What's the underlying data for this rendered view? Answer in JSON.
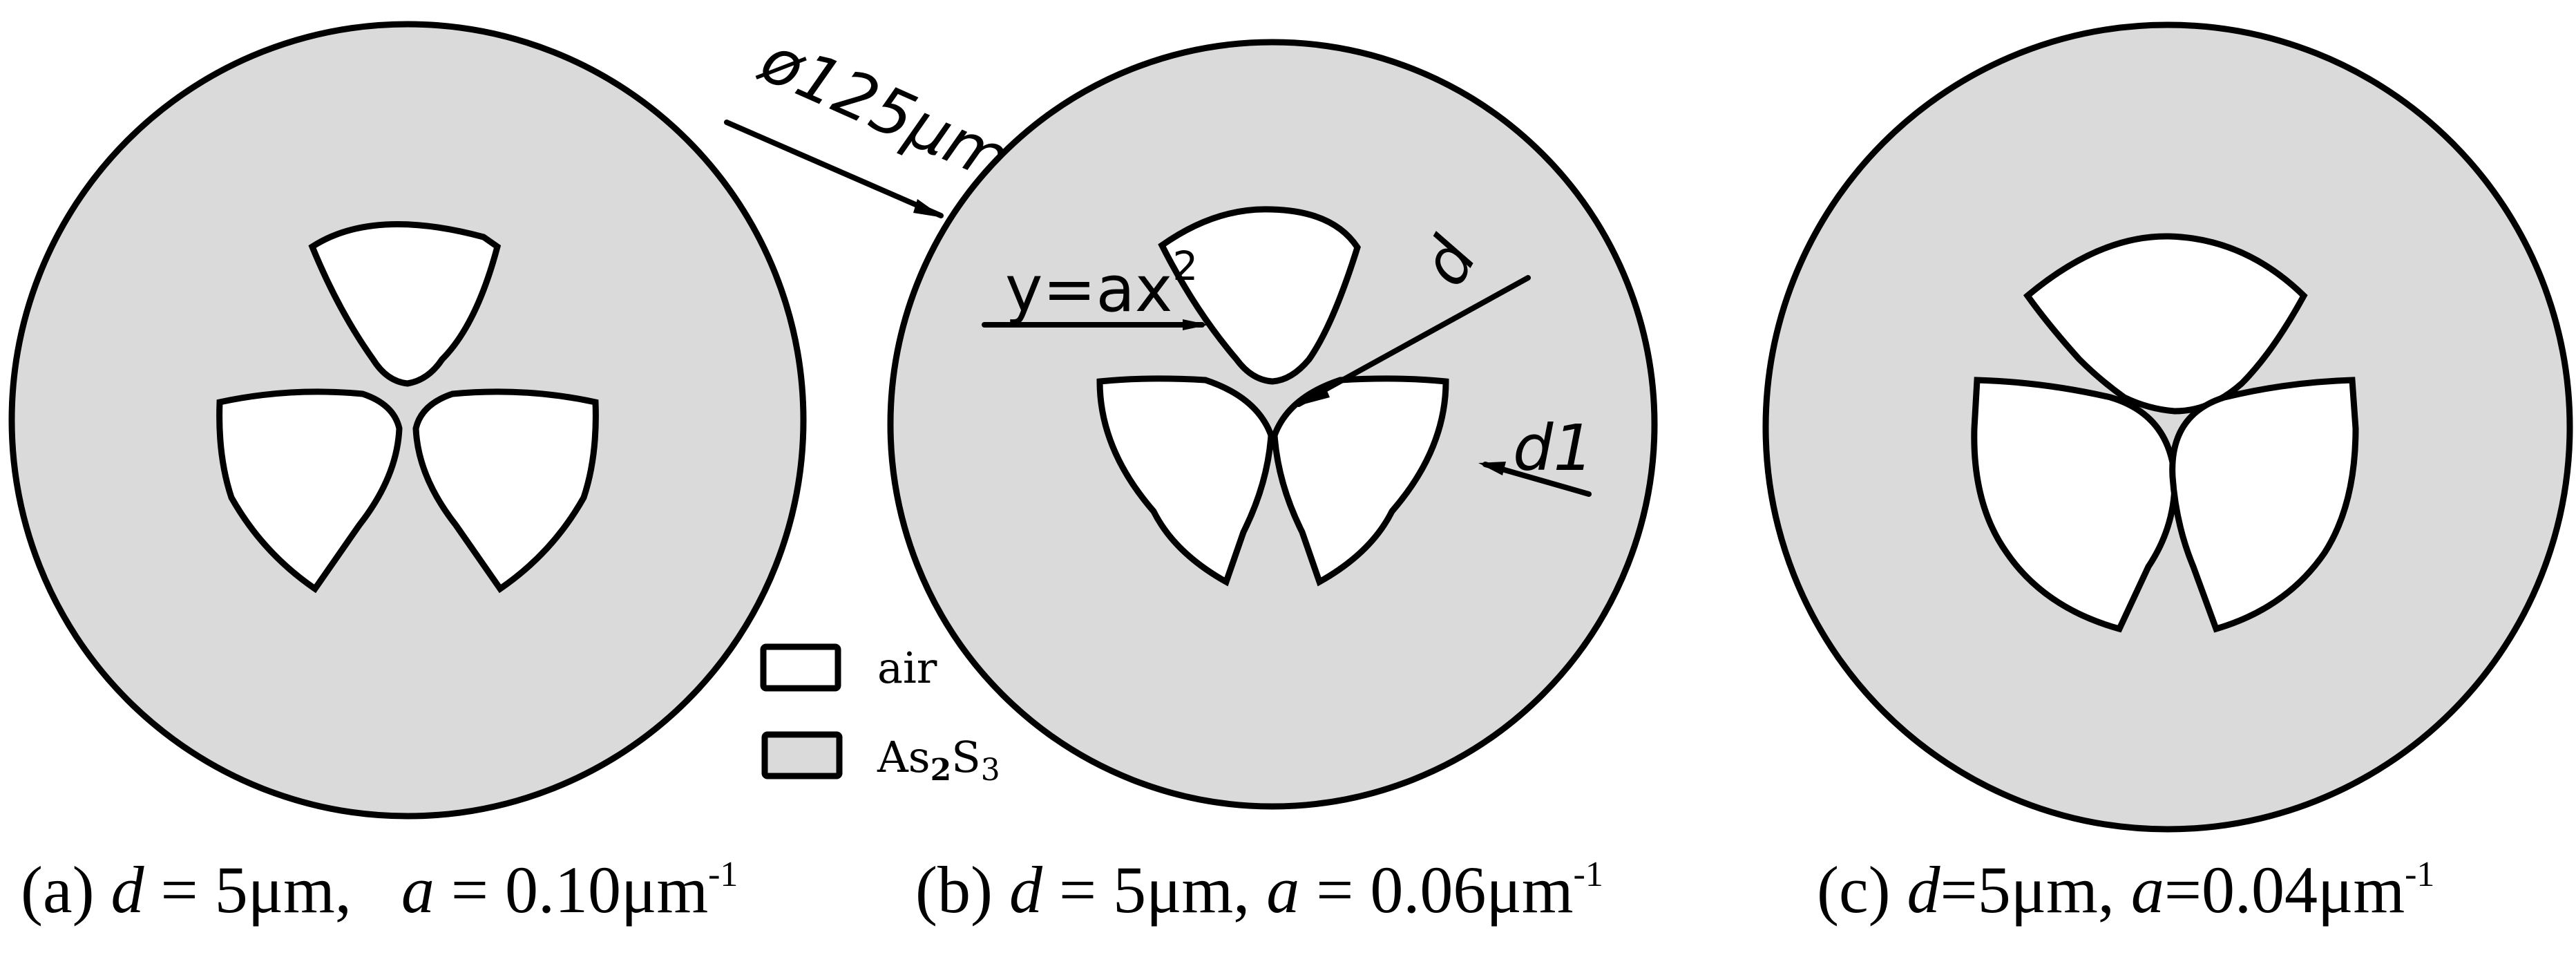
{
  "figure": {
    "colors": {
      "cladding": "#dadada",
      "air": "#ffffff",
      "outline": "#000000"
    },
    "panels": [
      {
        "id": "a",
        "label": "(a)",
        "d_symbol": "d",
        "d_eq": " = 5μm,",
        "a_symbol": "a",
        "a_eq": " = 0.10μm",
        "a_unit_exp": "-1",
        "params": {
          "d_um": 5,
          "a_per_um": 0.1
        }
      },
      {
        "id": "b",
        "label": "(b)",
        "d_symbol": "d",
        "d_eq": " = 5μm,",
        "a_symbol": "a",
        "a_eq": " = 0.06μm",
        "a_unit_exp": "-1",
        "params": {
          "d_um": 5,
          "a_per_um": 0.06
        }
      },
      {
        "id": "c",
        "label": "(c)",
        "d_symbol": "d",
        "d_eq": "=5μm,",
        "a_symbol": "a",
        "a_eq": "=0.04μm",
        "a_unit_exp": "-1",
        "params": {
          "d_um": 5,
          "a_per_um": 0.04
        }
      }
    ],
    "annotations": {
      "diameter": "ø125μm",
      "parabola_base": "y=ax",
      "parabola_exp": "2",
      "gap_d": "d",
      "gap_d1": "d1"
    },
    "legend": {
      "items": [
        {
          "label": "air",
          "swatch": "air"
        },
        {
          "label_main": "As",
          "label_sub1": "2",
          "label_main2": "S",
          "label_sub2": "3",
          "swatch": "cladding"
        }
      ]
    }
  }
}
